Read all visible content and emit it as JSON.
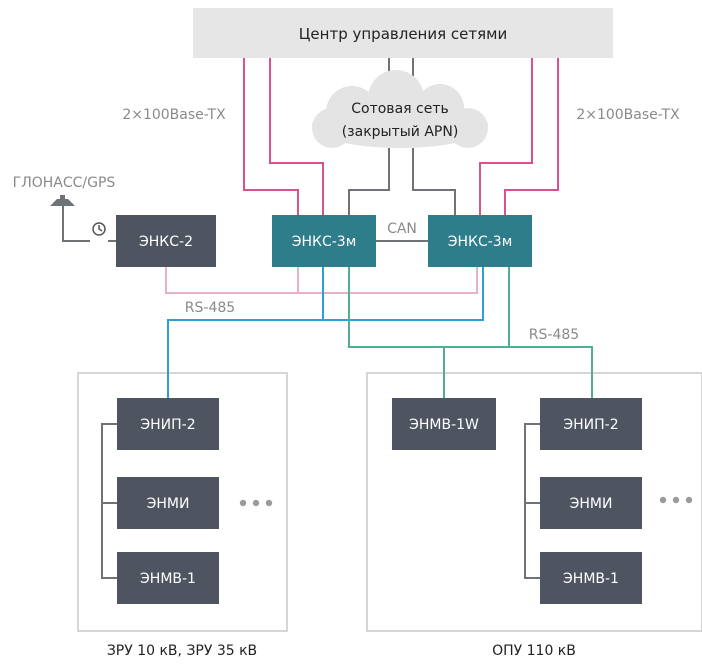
{
  "colors": {
    "box_dark": "#4e5561",
    "box_teal": "#2e7d8a",
    "header_bg": "#e6e6e6",
    "cloud": "#e4e4e4",
    "pink": "#d9518f",
    "pink_light": "#eab0c9",
    "blue": "#2aa0d4",
    "green": "#4fae93",
    "gray_line": "#6f7276",
    "frame": "#c9c9c9",
    "label_gray": "#8a8a8a"
  },
  "header": {
    "title": "Центр управления сетями"
  },
  "cloud": {
    "line1": "Сотовая сеть",
    "line2": "(закрытый APN)"
  },
  "labels": {
    "eth_left": "2×100Base-TX",
    "eth_right": "2×100Base-TX",
    "gnss": "ГЛОНАСС/GPS",
    "can": "CAN",
    "rs485_top": "RS-485",
    "rs485_mid": "RS-485"
  },
  "devices": {
    "enks2": "ЭНКС-2",
    "enks3m_left": "ЭНКС-3м",
    "enks3m_right": "ЭНКС-3м",
    "left_enip2": "ЭНИП-2",
    "left_enmi": "ЭНМИ",
    "left_enmv1": "ЭНМВ-1",
    "right_enmv1w": "ЭНМВ-1W",
    "right_enip2": "ЭНИП-2",
    "right_enmi": "ЭНМИ",
    "right_enmv1": "ЭНМВ-1"
  },
  "groups": {
    "left_caption": "ЗРУ 10 кВ, ЗРУ 35 кВ",
    "right_caption": "ОПУ 110 кВ"
  }
}
